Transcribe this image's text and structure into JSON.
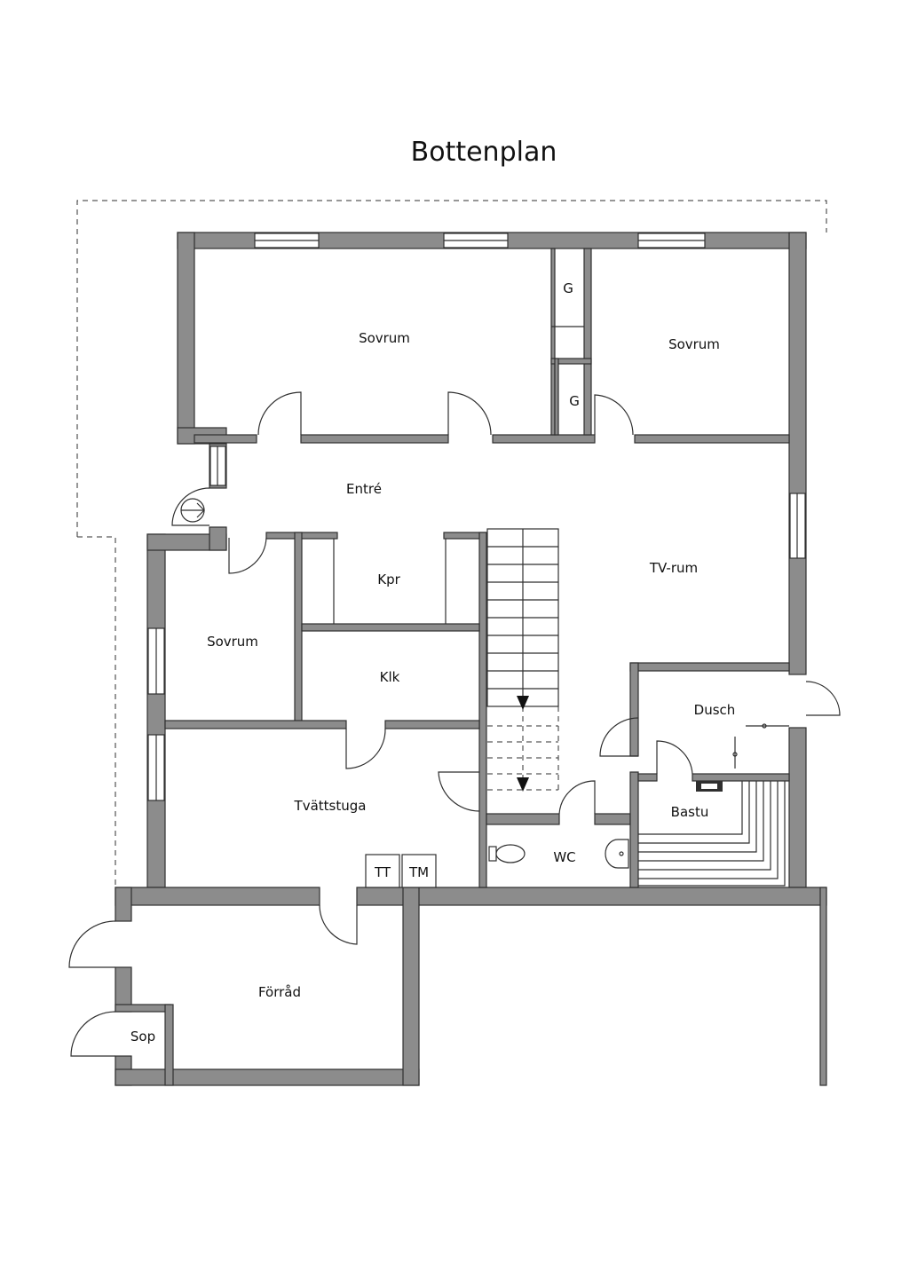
{
  "title": "Bottenplan",
  "colors": {
    "wall": "#8c8c8c",
    "line": "#2f2f2f",
    "background": "#ffffff"
  },
  "rooms": {
    "sovrum_1": "Sovrum",
    "sovrum_2": "Sovrum",
    "sovrum_3": "Sovrum",
    "entre": "Entré",
    "tv_rum": "TV-rum",
    "kpr": "Kpr",
    "klk": "Klk",
    "tvattstuga": "Tvättstuga",
    "dusch": "Dusch",
    "bastu": "Bastu",
    "wc": "WC",
    "forrad": "Förråd",
    "sop": "Sop",
    "garderob_1": "G",
    "garderob_2": "G"
  },
  "appliances": {
    "tt": "TT",
    "tm": "TM"
  },
  "icons": [
    "entry-arrow-icon",
    "toilet-icon",
    "sink-icon",
    "stove-icon",
    "stair-arrow-icon"
  ]
}
